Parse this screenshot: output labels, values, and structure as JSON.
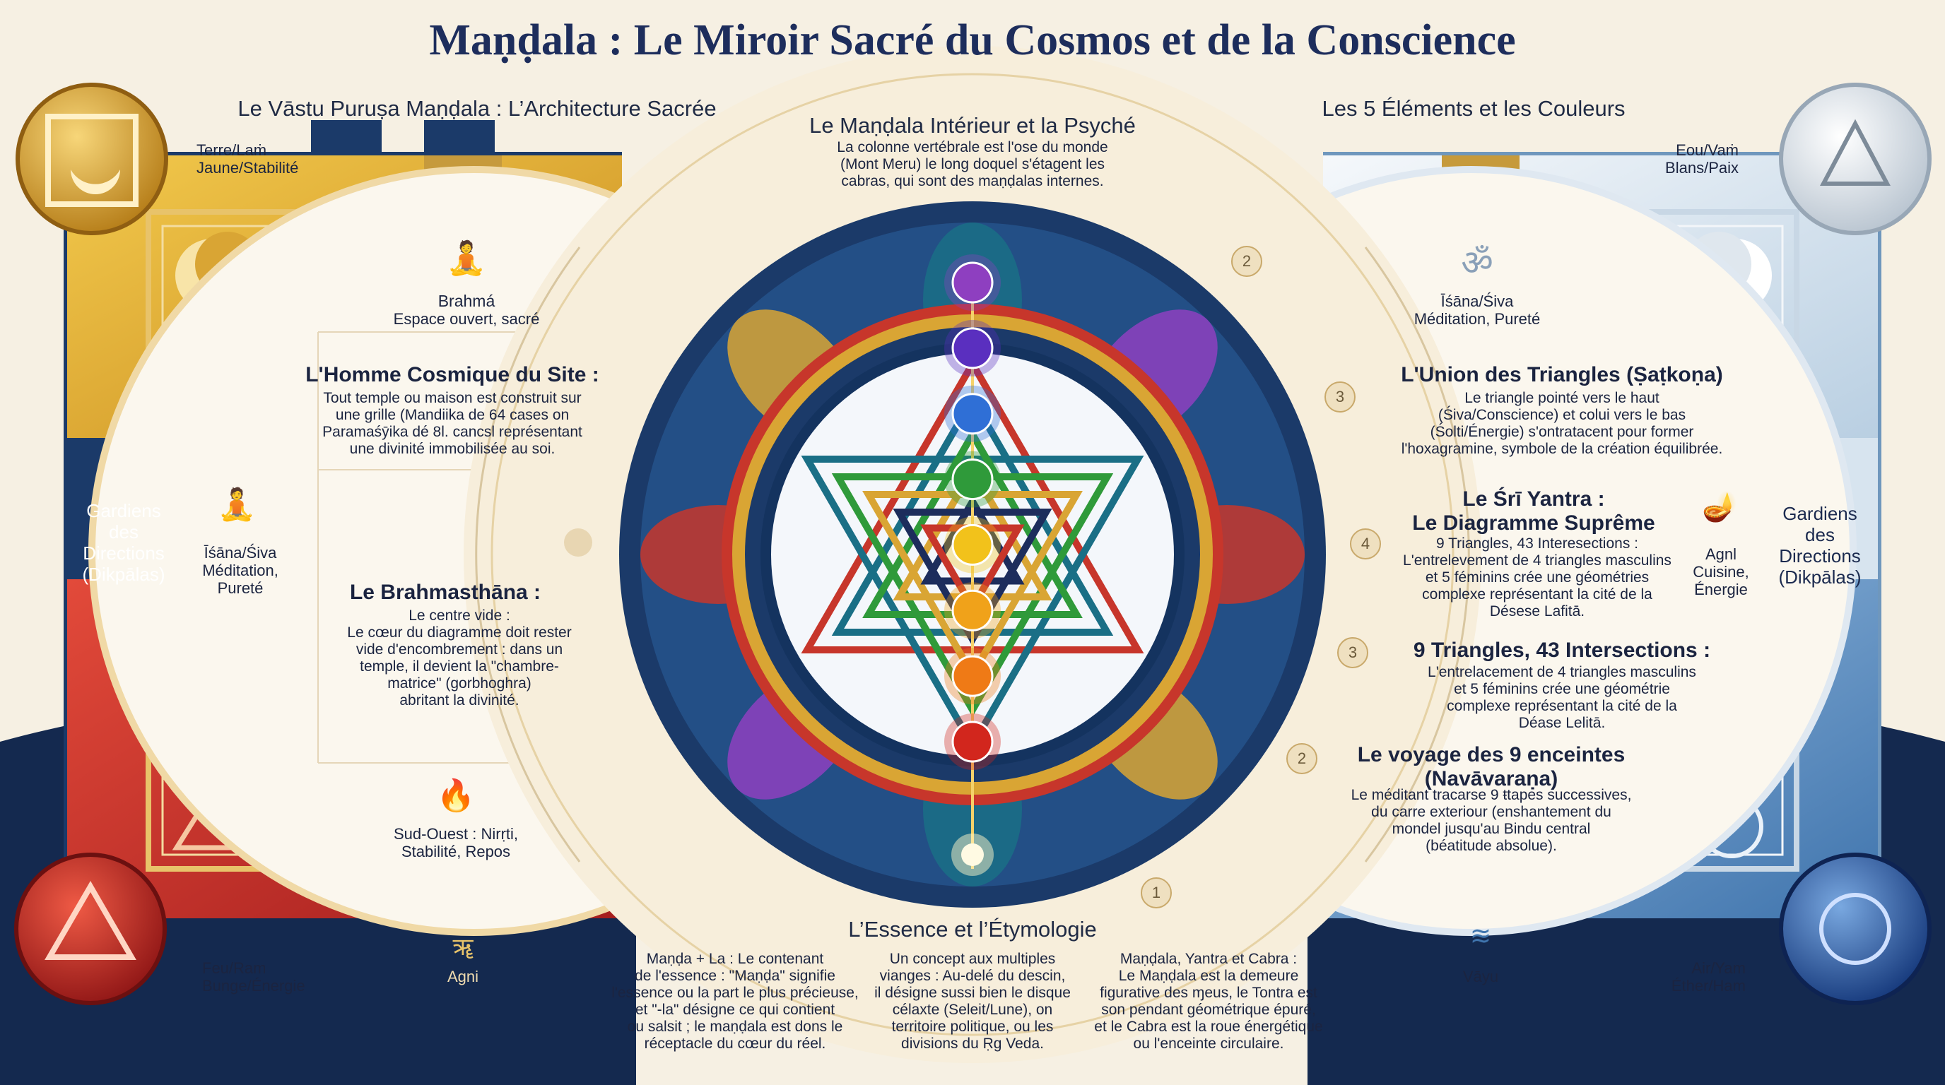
{
  "title": "Maṇḍala : Le Miroir Sacré du Cosmos et de la Conscience",
  "colors": {
    "navy": "#1d2d5c",
    "gold": "#d9a534",
    "red": "#c0302a",
    "teal": "#1a6f86",
    "cream": "#f6f0e3",
    "lightblue": "#cfe0ee"
  },
  "left_panel": {
    "title": "Le Vāstu Puruṣa Maṇḍala : L’Architecture Sacrée",
    "corner_top": {
      "label1": "Terre/Laṁ",
      "label2": "Jaune/Stabilité",
      "icon": "crescent-moon-icon"
    },
    "corner_bottom": {
      "label1": "Feu/Ram",
      "label2": "Bunge/Énergie",
      "icon": "triangle-icon"
    },
    "guardians": [
      "Gardiens",
      "des",
      "Directions",
      "(Dikpālas)"
    ],
    "brahma": {
      "name": "Brahmá",
      "desc": "Espace ouvert, sacré"
    },
    "cosmic_man": {
      "heading": "L'Homme Cosmique du Site :",
      "text": [
        "Tout temple ou maison est construit sur",
        "une grille (Mandiika de 64 cases on",
        "Paramaśȳika dé 8l. cancsl représentant",
        "une divinité immobilisée au soi."
      ]
    },
    "isana": {
      "name": "Īśāna/Śiva",
      "desc1": "Méditation,",
      "desc2": "Pureté"
    },
    "brahmasthana": {
      "heading": "Le Brahmasthāna :",
      "text": [
        "Le centre vide :",
        "Le cœur du diagramme doit rester",
        "vide d'encombrement : dans un",
        "temple, il devient la \"chambre-",
        "matrice\" (gorbhoghra)",
        "abritant la divinité."
      ]
    },
    "southwest": {
      "line1": "Sud-Ouest : Nirṛti,",
      "line2": "Stabilité, Repos"
    },
    "agni_bottom": "Agni"
  },
  "center": {
    "title": "Le Maṇḍala Intérieur et la Psyché",
    "text": [
      "La colonne vertébrale est l'ose du monde",
      "(Mont Meru) le long doquel s'étagent les",
      "cabras, qui sont des maṇḍalas internes."
    ],
    "chakra_colors": [
      "#8e3fc0",
      "#5a2fbf",
      "#2f6fd6",
      "#2f9a3a",
      "#f2c21b",
      "#f0a21a",
      "#ef7a16",
      "#d2261d"
    ]
  },
  "bottom": {
    "title": "L’Essence et l’Étymologie",
    "col1": [
      "Maṇḍa + La : Le contenant",
      "de l'essence : \"Maṇḍa\" signifie",
      "l'essence ou la part le plus précieuse,",
      "et \"-la\" désigne ce qui contient",
      "ou salsit ; le maṇḍala est dons le",
      "réceptacle du cœur du réel."
    ],
    "col2": [
      "Un concept aux multiples",
      "vianges : Au-delé du descin,",
      "il désigne sussi bien le disque",
      "célaxte (Seleit/Lune), on",
      "territoire politique, ou les",
      "divisions du Ṛg Veda."
    ],
    "col3": [
      "Maṇḍala, Yantra et Cabra :",
      "Le Maṇḍala est la demeure",
      "figurative des ɱeus, le Tontra est",
      "son pendant géométrique épuré,",
      "et le Cabra est la roue énergétique",
      "ou l'enceinte circulaire."
    ]
  },
  "right_panel": {
    "title": "Les 5 Éléments et les Couleurs",
    "corner_top": {
      "label1": "Eou/Vaṁ",
      "label2": "Blans/Paix",
      "icon": "triangle-icon"
    },
    "corner_bottom": {
      "label1": "Air/Yam",
      "label2": "Éther/Ham",
      "icon": "circle-icon"
    },
    "guardians": [
      "Gardiens",
      "des",
      "Directions",
      "(Dikpālas)"
    ],
    "isana": {
      "name": "Īśāna/Śiva",
      "desc": "Méditation, Pureté"
    },
    "union": {
      "num": "3",
      "heading": "L'Union des Triangles (Ṣaṭkoṇa)",
      "text": [
        "Le triangle pointé vers le haut",
        "(Śiva/Conscience) et colui vers le bas",
        "(Śolti/Énergie) s'ontratacent pour former",
        "l'hoxagramine, symbole de la création équilibrée."
      ]
    },
    "sri_yantra": {
      "num": "4",
      "heading1": "Le Śrī Yantra :",
      "heading2": "Le Diagramme Suprême",
      "text": [
        "9 Triangles, 43 Interesections :",
        "L'entrelevement de 4 triangles masculins",
        "et 5 féminins crée une géométries",
        "complexe représentant la cité de la",
        "Désese Lafitā."
      ]
    },
    "agni": {
      "name": "Agnl",
      "desc1": "Cuisine,",
      "desc2": "Énergie"
    },
    "triangles": {
      "num": "3",
      "heading": "9 Triangles, 43 Intersections :",
      "text": [
        "L'entrelacement de 4 triangles masculins",
        "et 5 féminins crée une géométrie",
        "complexe représentant la cité de la",
        "Déase Lelitā."
      ]
    },
    "voyage": {
      "num": "2",
      "heading1": "Le voyage des 9 enceintes",
      "heading2": "(Navāvaraṇa)",
      "text": [
        "Le méditant tracarse 9 ŧtapes successives,",
        "du carre exteriour (enshantement du",
        "mondel jusqu'au Bindu central",
        "(béatitude absolue)."
      ]
    },
    "vayu": "Vāyu",
    "num_top": "2",
    "num_bottom": "1"
  }
}
